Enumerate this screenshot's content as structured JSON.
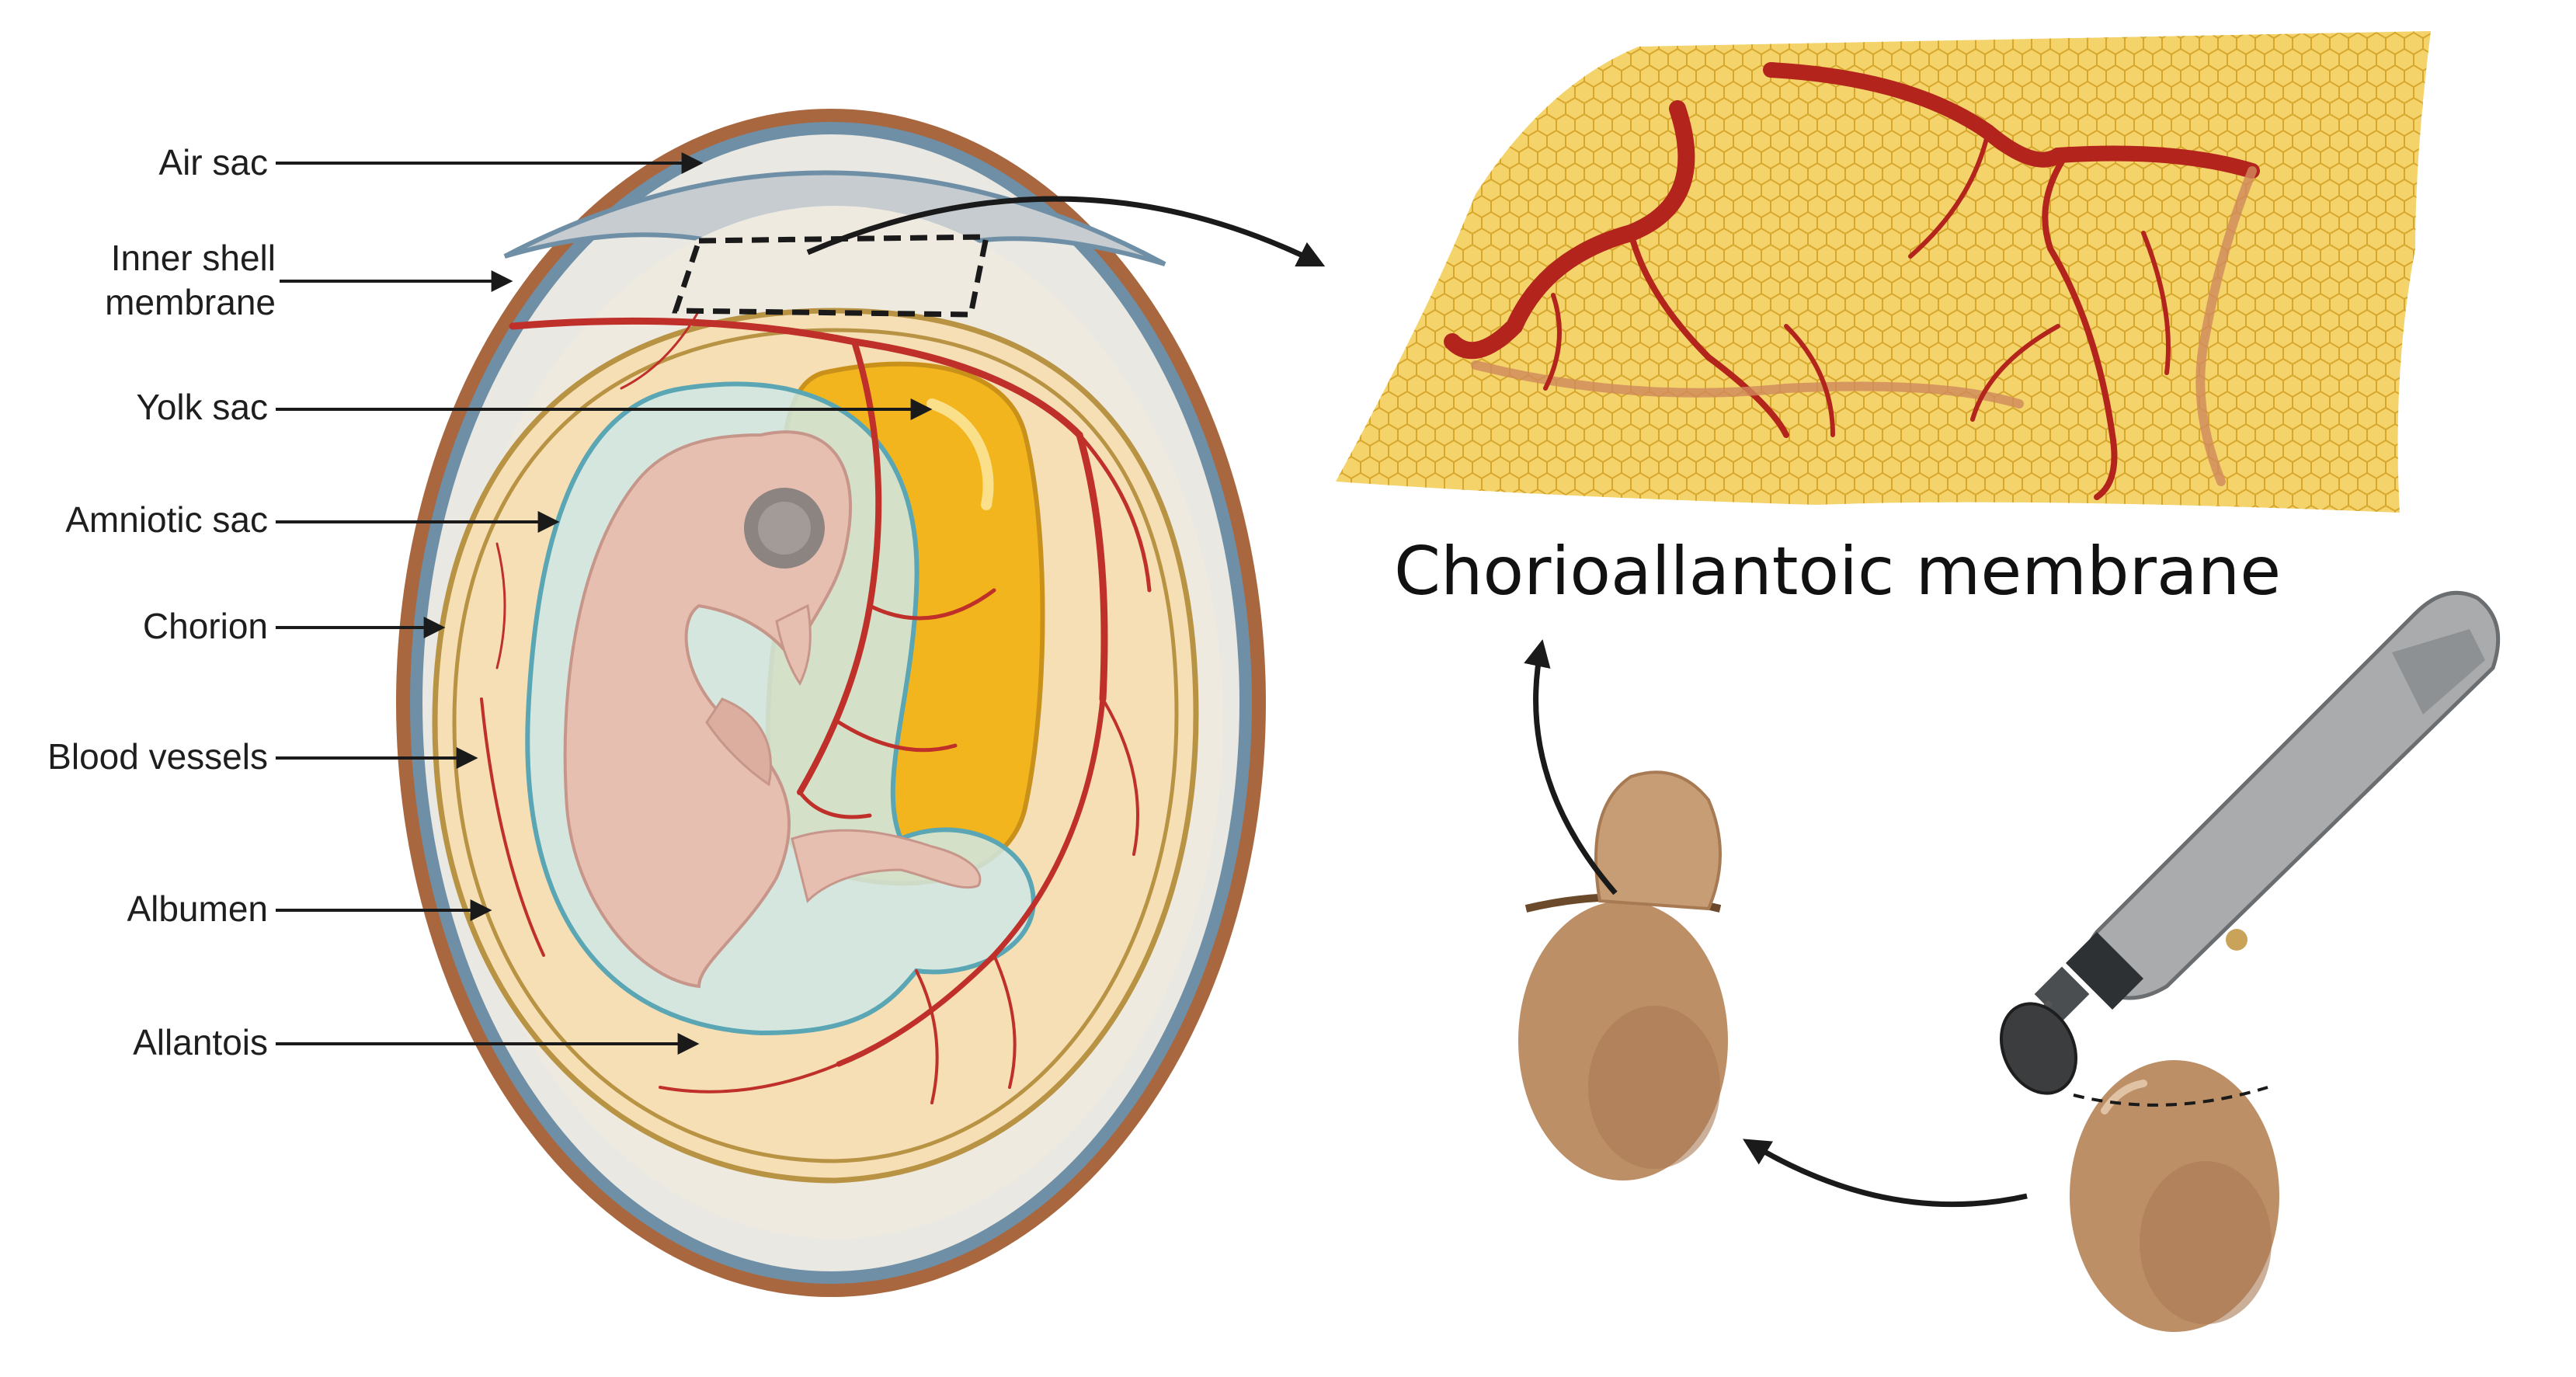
{
  "labels": {
    "air_sac": "Air sac",
    "inner_shell_line1": "Inner shell",
    "inner_shell_line2": "membrane",
    "yolk_sac": "Yolk sac",
    "amniotic_sac": "Amniotic sac",
    "chorion": "Chorion",
    "blood_vessels": "Blood vessels",
    "albumen": "Albumen",
    "allantois": "Allantois"
  },
  "title": "Chorioallantoic membrane",
  "colors": {
    "shell": "#a8673f",
    "shell_blue": "#6f8fa6",
    "air_sac": "#c9cfd2",
    "albumen": "#eeeae0",
    "allantois": "#f6dfb4",
    "yolk": "#f2b51d",
    "embryo": "#e7bfb1",
    "amnion": "#cfe7e6",
    "vessel": "#c0302a",
    "membrane": "#f4d36a",
    "egg_brown": "#bd8f66"
  },
  "icons": [
    "egg-cross-section",
    "embryo",
    "chorioallantoic-membrane",
    "rotary-tool",
    "opened-egg",
    "intact-egg",
    "arrow"
  ]
}
